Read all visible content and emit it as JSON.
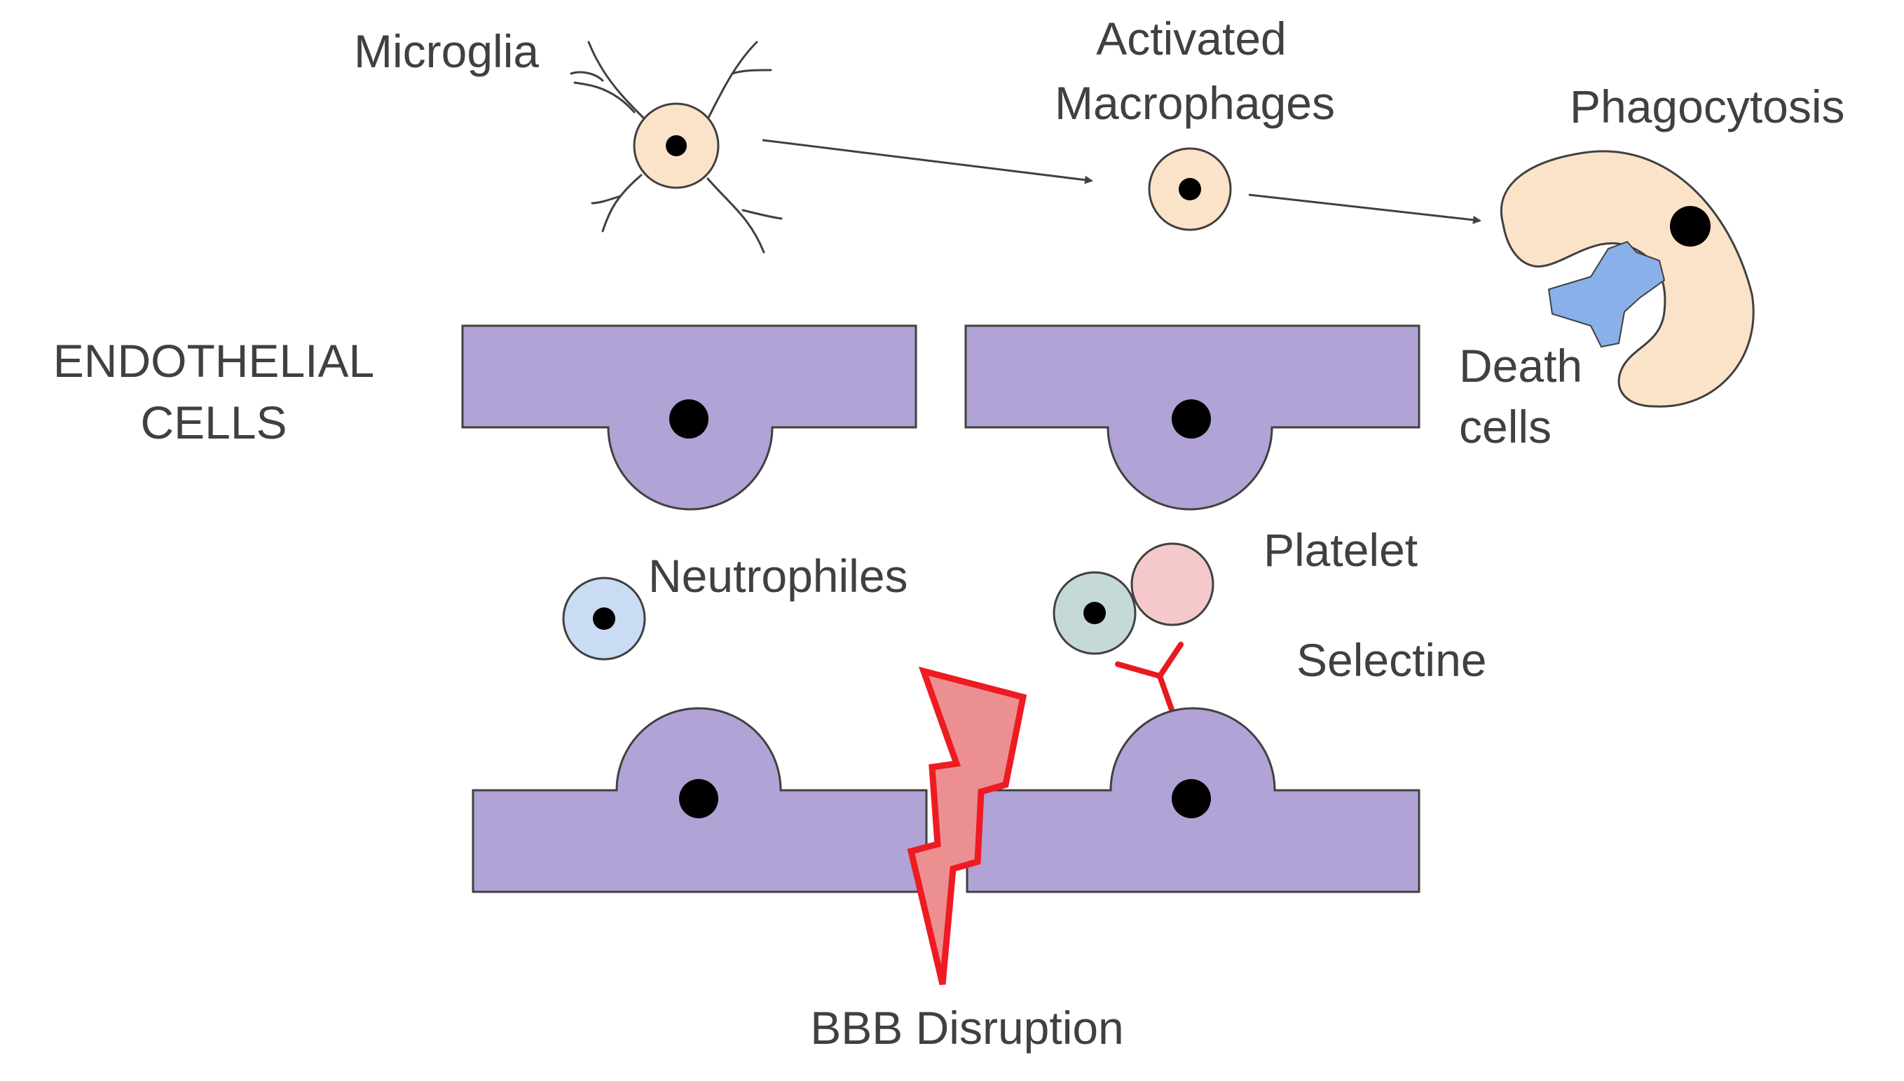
{
  "labels": {
    "microglia": "Microglia",
    "activated_line1": "Activated",
    "activated_line2": "Macrophages",
    "phagocytosis": "Phagocytosis",
    "endothelial_line1": "ENDOTHELIAL",
    "endothelial_line2": "CELLS",
    "death_line1": "Death",
    "death_line2": "cells",
    "neutrophiles": "Neutrophiles",
    "platelet": "Platelet",
    "selectine": "Selectine",
    "bbb_disruption": "BBB Disruption"
  },
  "colors": {
    "endothelial": "#b1a3d6",
    "microglia": "#fbe3ca",
    "macrophage": "#fbe3ca",
    "phagocyte": "#fbe3ca",
    "death_cell": "#8ab0ea",
    "neutrophil": "#c9dcf3",
    "platelet": "#f5c9cb",
    "leukocyte": "#c6d9d9",
    "selectine": "#e8191f",
    "lightning_fill": "#ec8f91",
    "lightning_stroke": "#ee1b22",
    "text": "#404040",
    "nucleus": "#000000"
  }
}
